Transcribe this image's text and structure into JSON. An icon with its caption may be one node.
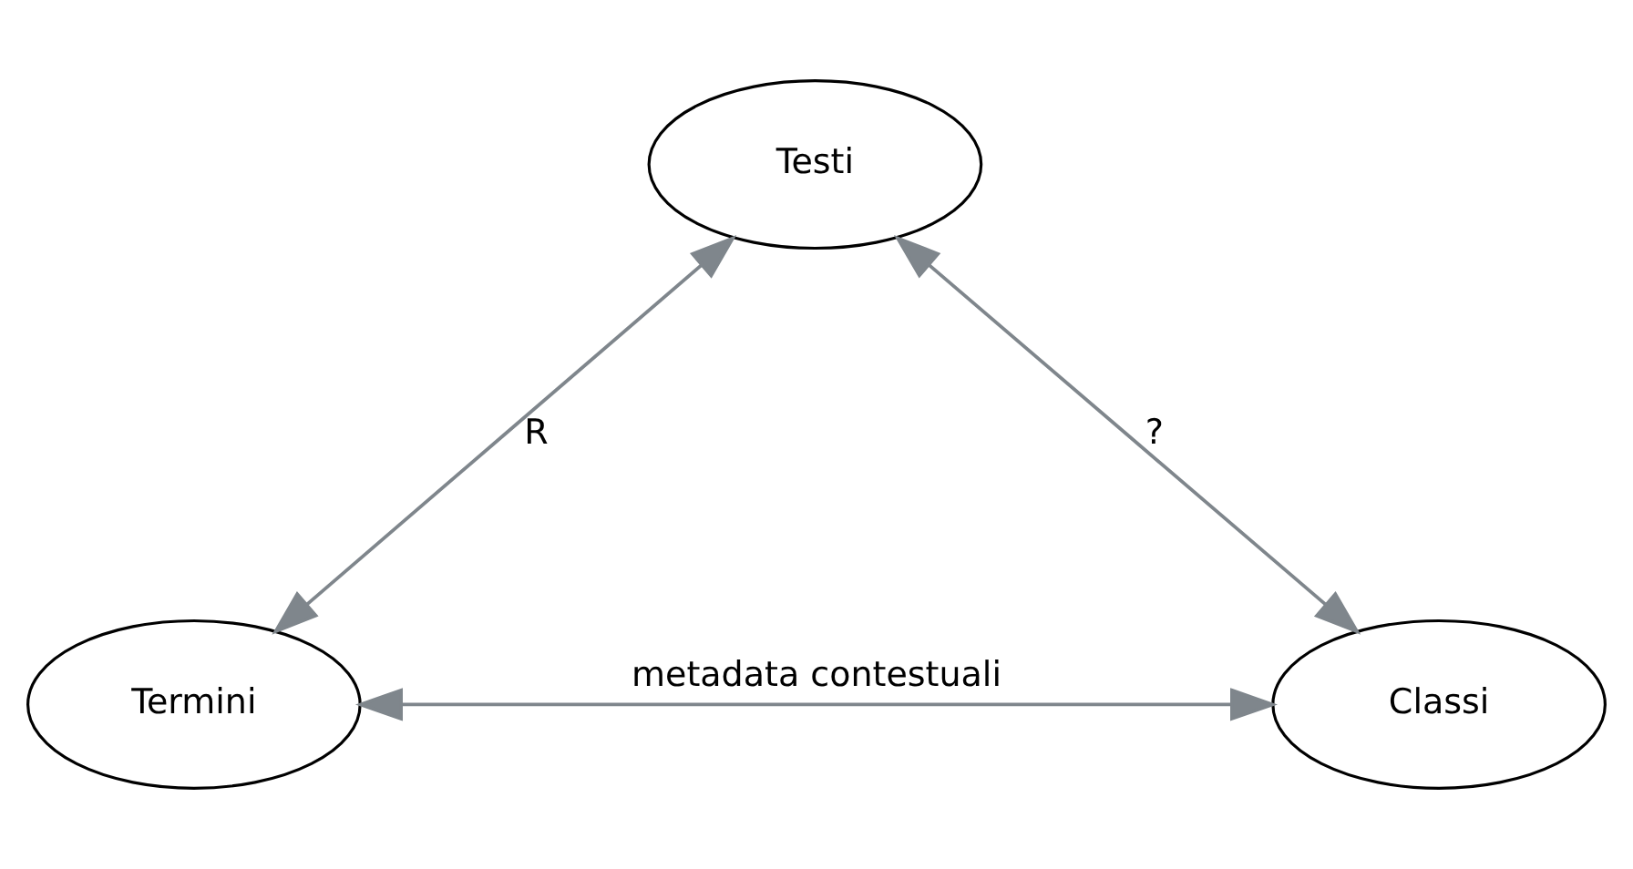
{
  "diagram": {
    "nodes": [
      {
        "text": [
          "Testi"
        ]
      },
      {
        "text": [
          "Termini"
        ]
      },
      {
        "text": [
          "Classi"
        ]
      }
    ],
    "edges": [
      {
        "from": 0,
        "to": 1,
        "arrow": "both",
        "label": "R"
      },
      {
        "from": 0,
        "to": 2,
        "arrow": "both",
        "label": "?"
      },
      {
        "from": 1,
        "to": 2,
        "arrow": "both",
        "label": "metadata contestuali"
      }
    ]
  }
}
